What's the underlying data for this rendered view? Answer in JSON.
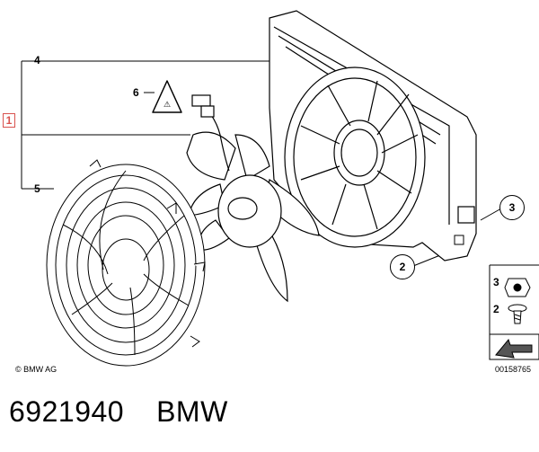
{
  "callouts": {
    "c1": "1",
    "c2": "2",
    "c3": "3",
    "c4": "4",
    "c5": "5",
    "c6": "6",
    "leg3": "3",
    "leg2": "2"
  },
  "copyright": "© BMW AG",
  "drawing_number": "00158765",
  "part_number": "6921940",
  "brand": "BMW",
  "colors": {
    "callout_box": "#d9534f",
    "line": "#000000"
  }
}
